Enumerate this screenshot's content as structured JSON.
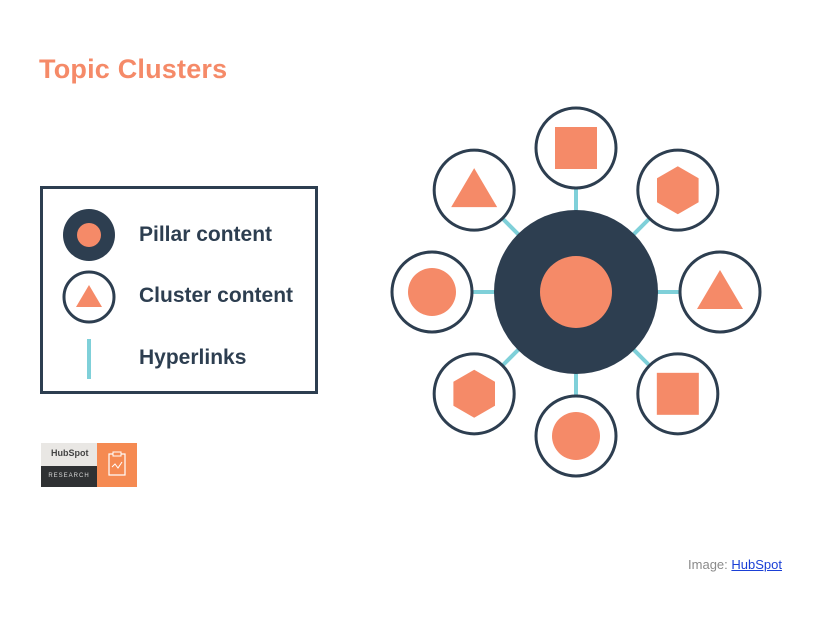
{
  "title": "Topic Clusters",
  "legend": {
    "items": [
      {
        "label": "Pillar content",
        "icon": "pillar-circle-icon"
      },
      {
        "label": "Cluster content",
        "icon": "cluster-triangle-icon"
      },
      {
        "label": "Hyperlinks",
        "icon": "hyperlink-line-icon"
      }
    ]
  },
  "logo": {
    "brand": "HubSpot",
    "subtitle": "RESEARCH"
  },
  "diagram": {
    "center": {
      "name": "pillar-content-node",
      "inner_shape": "circle"
    },
    "clusters": [
      {
        "name": "cluster-node-top",
        "shape": "square"
      },
      {
        "name": "cluster-node-top-right",
        "shape": "hexagon"
      },
      {
        "name": "cluster-node-right",
        "shape": "triangle"
      },
      {
        "name": "cluster-node-bottom-right",
        "shape": "square"
      },
      {
        "name": "cluster-node-bottom",
        "shape": "circle"
      },
      {
        "name": "cluster-node-bottom-left",
        "shape": "hexagon"
      },
      {
        "name": "cluster-node-left",
        "shape": "circle"
      },
      {
        "name": "cluster-node-top-left",
        "shape": "triangle"
      }
    ]
  },
  "credit": {
    "prefix": "Image:",
    "link_text": "HubSpot"
  },
  "colors": {
    "orange": "#f58a68",
    "navy": "#2d3e50",
    "teal": "#7fd0d9"
  }
}
